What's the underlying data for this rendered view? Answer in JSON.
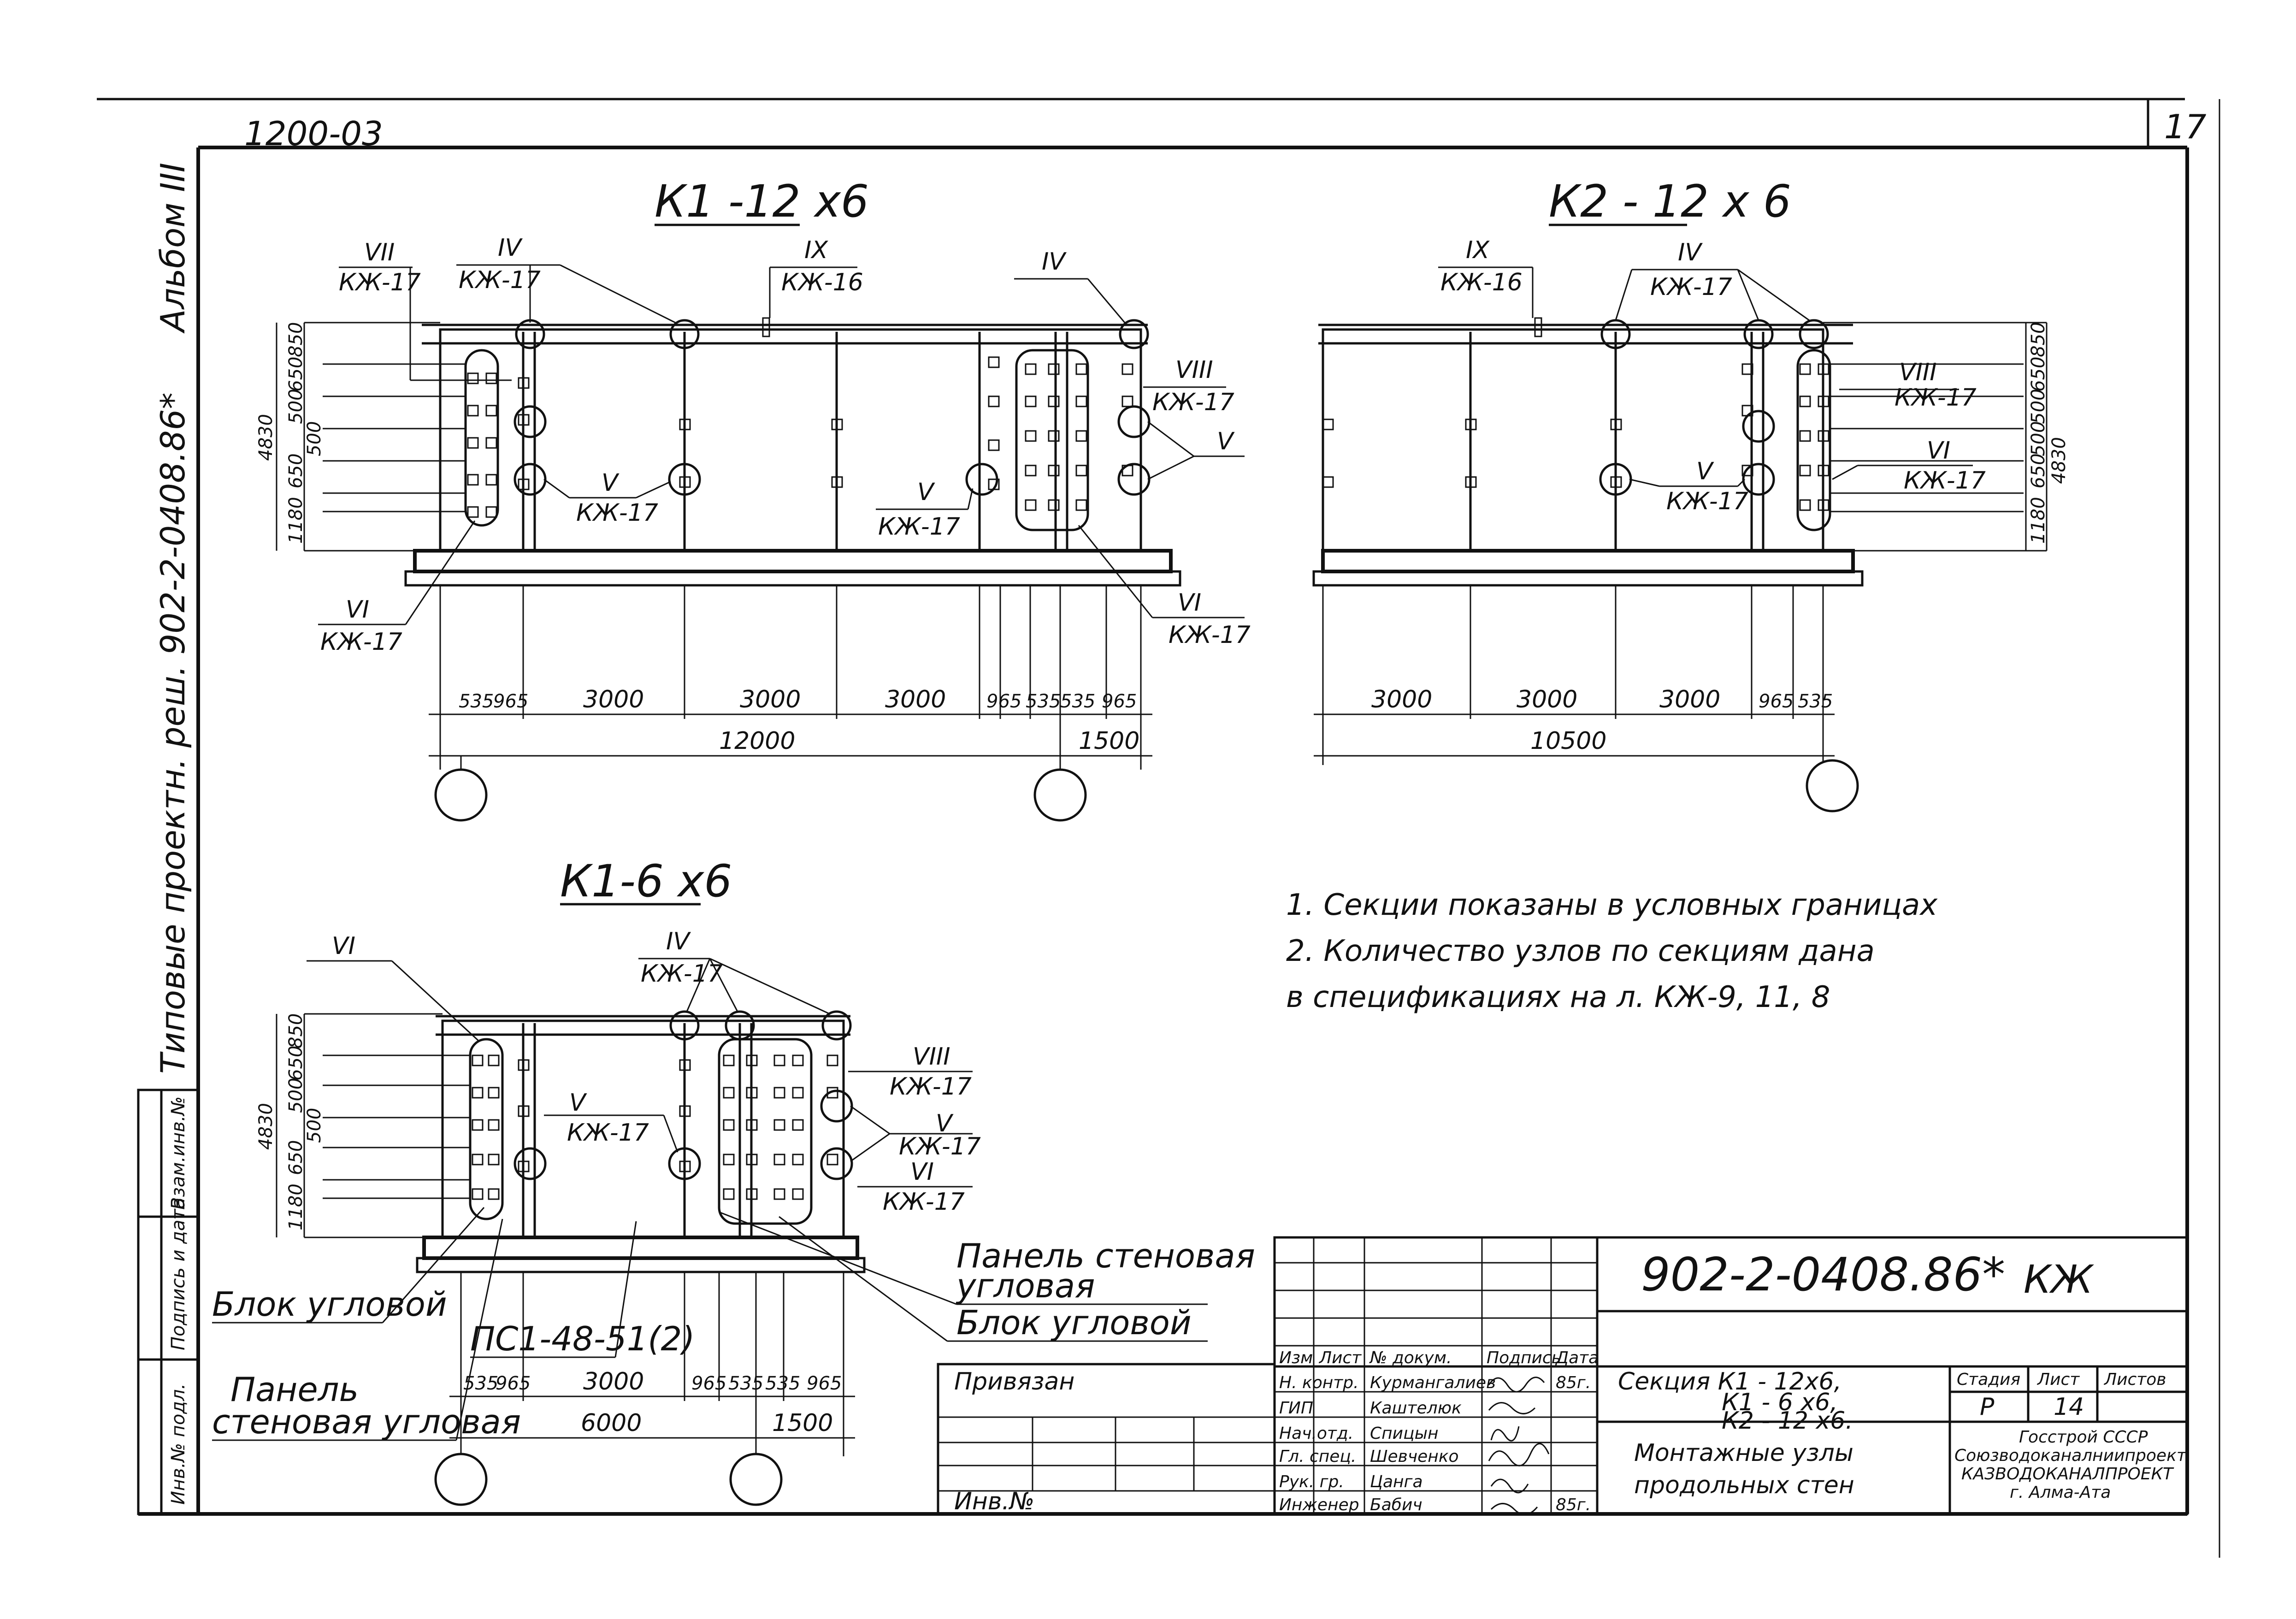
{
  "sheet": {
    "top_code": "1200-03",
    "sheet_number": "17",
    "left_margin_vertical": "Типовые проектн. реш. 902-2-0408.86*",
    "album": "Альбом III",
    "left_stamp_cells": [
      "Инв.№ подл.",
      "Подпись и дата",
      "Взам.инв.№"
    ]
  },
  "drawings": {
    "k1_12x6": {
      "title": "К1 -12 х6",
      "callouts": [
        {
          "num": "VII",
          "ref": "КЖ-17"
        },
        {
          "num": "IV",
          "ref": "КЖ-17"
        },
        {
          "num": "IX",
          "ref": "КЖ-16"
        },
        {
          "num": "IV",
          "ref": ""
        },
        {
          "num": "VIII",
          "ref": "КЖ-17"
        },
        {
          "num": "V",
          "ref": ""
        },
        {
          "num": "V",
          "ref": "КЖ-17"
        },
        {
          "num": "V",
          "ref": "КЖ-17"
        },
        {
          "num": "VI",
          "ref": "КЖ-17"
        },
        {
          "num": "VI",
          "ref": "КЖ-17"
        }
      ],
      "vertical_dims": [
        "850",
        "650",
        "500",
        "500",
        "650",
        "1180"
      ],
      "vertical_total": "4830",
      "horizontal_dims": [
        "535",
        "965",
        "3000",
        "3000",
        "3000",
        "965",
        "535",
        "535",
        "965"
      ],
      "overall": "12000",
      "extra": "1500"
    },
    "k2_12x6": {
      "title": "К2 - 12 х 6",
      "callouts": [
        {
          "num": "IX",
          "ref": "КЖ-16"
        },
        {
          "num": "IV",
          "ref": "КЖ-17"
        },
        {
          "num": "VIII",
          "ref": "КЖ-17"
        },
        {
          "num": "VI",
          "ref": "КЖ-17"
        },
        {
          "num": "V",
          "ref": "КЖ-17"
        }
      ],
      "vertical_dims": [
        "850",
        "650",
        "500",
        "500",
        "650",
        "1180"
      ],
      "vertical_total": "4830",
      "horizontal_dims": [
        "3000",
        "3000",
        "3000",
        "965",
        "535"
      ],
      "overall": "10500"
    },
    "k1_6x6": {
      "title": "К1-6 х6",
      "callouts": [
        {
          "num": "VI",
          "ref": ""
        },
        {
          "num": "IV",
          "ref": "КЖ-17"
        },
        {
          "num": "V",
          "ref": "КЖ-17"
        },
        {
          "num": "VIII",
          "ref": "КЖ-17"
        },
        {
          "num": "V",
          "ref": "КЖ-17"
        },
        {
          "num": "VI",
          "ref": "КЖ-17"
        }
      ],
      "vertical_dims": [
        "850",
        "650",
        "500",
        "500",
        "650",
        "1180"
      ],
      "vertical_total": "4830",
      "horizontal_dims": [
        "535",
        "965",
        "3000",
        "965",
        "535",
        "535",
        "965"
      ],
      "overall": "6000",
      "extra": "1500",
      "labels": {
        "block_corner_left": "Блок угловой",
        "panel_corner_left_1": "Панель",
        "panel_corner_left_2": "стеновая угловая",
        "pc_label": "ПС1-48-51(2)",
        "panel_corner_right_1": "Панель стеновая",
        "panel_corner_right_2": "угловая",
        "block_corner_right": "Блок угловой"
      }
    }
  },
  "notes": [
    "1. Секции показаны в условных границах",
    "2. Количество узлов по секциям дана",
    "в спецификациях на л. КЖ-9, 11, 8"
  ],
  "title_block": {
    "code": "902-2-0408.86*",
    "mark": "КЖ",
    "privyazan": "Привязан",
    "inv_no": "Инв.№",
    "header": [
      "Изм",
      "Лист",
      "№ докум.",
      "Подпись",
      "Дата"
    ],
    "people": [
      {
        "role": "Н. контр.",
        "name": "Курмангалиев",
        "date": "85г."
      },
      {
        "role": "ГИП",
        "name": "Каштелюк",
        "date": ""
      },
      {
        "role": "Нач.отд.",
        "name": "Спицын",
        "date": ""
      },
      {
        "role": "Гл. спец.",
        "name": "Шевченко",
        "date": ""
      },
      {
        "role": "Рук. гр.",
        "name": "Цанга",
        "date": ""
      },
      {
        "role": "Инженер",
        "name": "Бабич",
        "date": "85г."
      }
    ],
    "section_1": "Секция К1 - 12х6,",
    "section_2": "К1 - 6 х6,",
    "section_3": "К2 - 12 х6.",
    "description_1": "Монтажные узлы",
    "description_2": "продольных стен",
    "stage_header": "Стадия",
    "sheet_header": "Лист",
    "sheets_header": "Листов",
    "stage": "Р",
    "sheet": "14",
    "org_1": "Госстрой СССР",
    "org_2": "Союзводоканалниипроект",
    "org_3": "КАЗВОДОКАНАЛПРОЕКТ",
    "org_4": "г. Алма-Ата"
  }
}
